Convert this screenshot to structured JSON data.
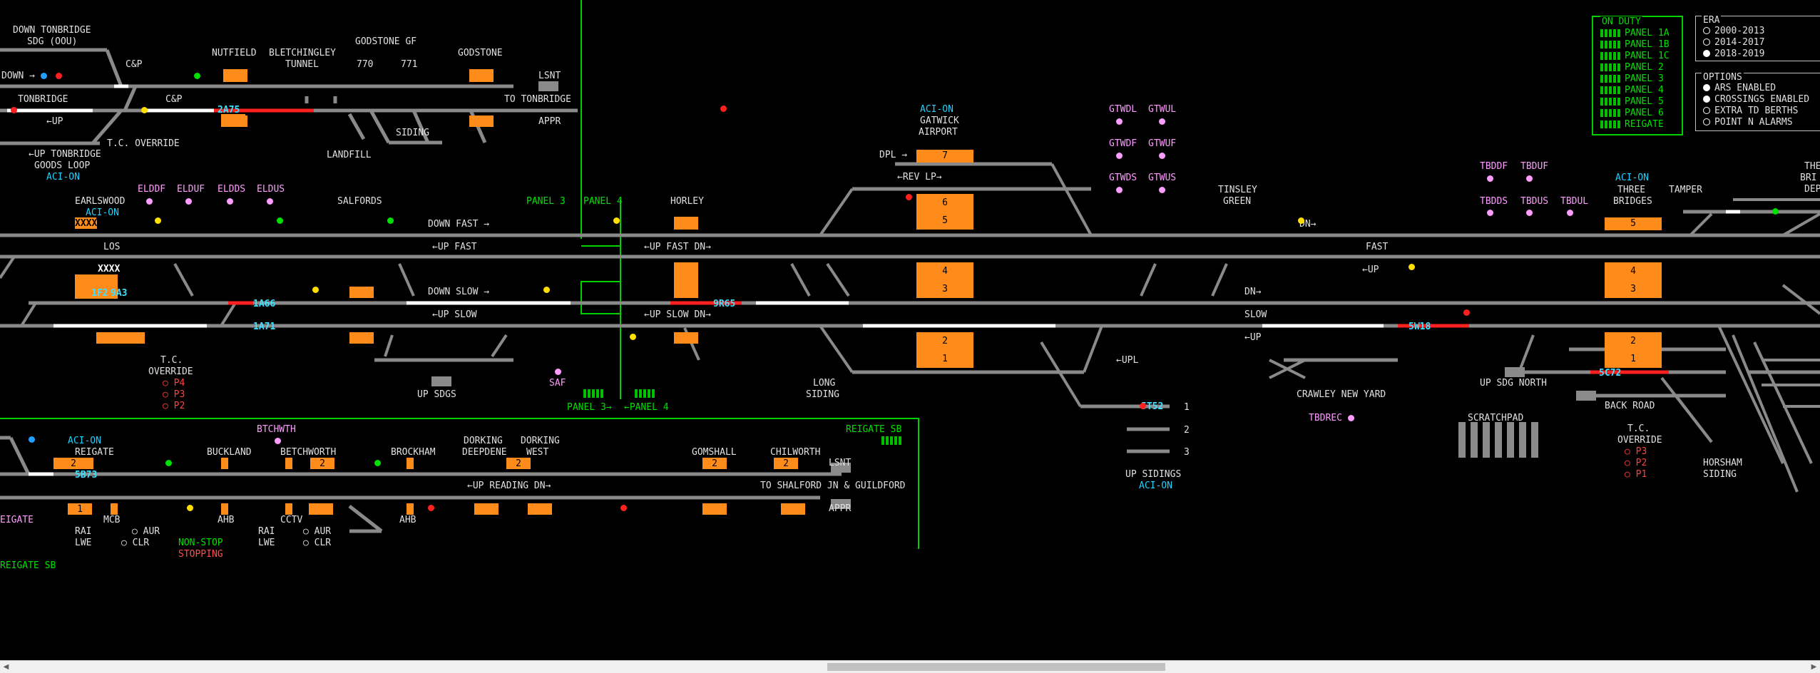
{
  "window": {
    "title": "Signalling Simulation - Reigate / Three Bridges"
  },
  "colors": {
    "track": "#8a8a8a",
    "track_occupied": "#ff2020",
    "track_set": "#ffffff",
    "berth": "#ff8c1a",
    "panel_green": "#00d000"
  },
  "on_duty": {
    "title": "ON DUTY",
    "panels": [
      "PANEL 1A",
      "PANEL 1B",
      "PANEL 1C",
      "PANEL 2",
      "PANEL 3",
      "PANEL 4",
      "PANEL 5",
      "PANEL 6",
      "REIGATE"
    ]
  },
  "era": {
    "title": "ERA",
    "options": [
      {
        "label": "2000-2013",
        "selected": false
      },
      {
        "label": "2014-2017",
        "selected": false
      },
      {
        "label": "2018-2019",
        "selected": true
      }
    ]
  },
  "options": {
    "title": "OPTIONS",
    "items": [
      {
        "label": "ARS ENABLED",
        "selected": true
      },
      {
        "label": "CROSSINGS ENABLED",
        "selected": true
      },
      {
        "label": "EXTRA TD BERTHS",
        "selected": false
      },
      {
        "label": "POINT N ALARMS",
        "selected": false
      }
    ]
  },
  "labels": {
    "down_tonbridge_sdg": "DOWN TONBRIDGE",
    "sdg_oou": "SDG (OOU)",
    "cp1": "C&P",
    "cp2": "C&P",
    "down_arrow": "DOWN →",
    "tonbridge": "TONBRIDGE",
    "up_arrow": "←UP",
    "tc_override_top": "T.C. OVERRIDE",
    "up_tonbridge": "←UP TONBRIDGE",
    "goods_loop": "GOODS LOOP",
    "aci_on_1": "ACI-ON",
    "nutfield": "NUTFIELD",
    "bletchingley": "BLETCHINGLEY",
    "tunnel": "TUNNEL",
    "godstone_gf": "GODSTONE GF",
    "gf_770": "770",
    "gf_771": "771",
    "godstone": "GODSTONE",
    "lsnt1": "LSNT",
    "to_tonbridge": "TO TONBRIDGE",
    "appr1": "APPR",
    "siding": "SIDING",
    "landfill": "LANDFILL",
    "panel3_top": "PANEL 3",
    "panel4_top": "PANEL 4",
    "horley": "HORLEY",
    "earlswood": "EARLSWOOD",
    "aci_on_2": "ACI-ON",
    "elddf": "ELDDF",
    "elduf": "ELDUF",
    "eldds": "ELDDS",
    "eldus": "ELDUS",
    "salfords": "SALFORDS",
    "down_fast": "DOWN FAST →",
    "up_fast": "←UP FAST",
    "up_fast_dn": "←UP FAST DN→",
    "los": "LOS",
    "down_slow": "DOWN SLOW →",
    "up_slow": "←UP SLOW",
    "up_slow_dn": "←UP SLOW DN→",
    "tc_override_mid": "T.C.",
    "override_mid": "OVERRIDE",
    "p4": "P4",
    "p3": "P3",
    "p2": "P2",
    "up_sdgs": "UP SDGS",
    "saf": "SAF",
    "panel3_bot": "PANEL 3→",
    "panel4_bot": "←PANEL 4",
    "aci_on_gatwick": "ACI-ON",
    "gatwick": "GATWICK",
    "airport": "AIRPORT",
    "dpl": "DPL →",
    "rev_lp": "←REV LP→",
    "long_siding1": "LONG",
    "long_siding2": "SIDING",
    "upl": "←UPL",
    "up_sidings": "UP SIDINGS",
    "aci_on_3": "ACI-ON",
    "gtwdl": "GTWDL",
    "gtwul": "GTWUL",
    "gtwdf": "GTWDF",
    "gtwuf": "GTWUF",
    "gtwds": "GTWDS",
    "gtwus": "GTWUS",
    "tinsley": "TINSLEY",
    "green": "GREEN",
    "dn1": "DN→",
    "fast": "FAST",
    "up1": "←UP",
    "dn2": "DN→",
    "slow": "SLOW",
    "up2": "←UP",
    "crawley_new_yard": "CRAWLEY NEW YARD",
    "tbdrec": "TBDREC",
    "scratchpad": "SCRATCHPAD",
    "tbddf": "TBDDF",
    "tbduf": "TBDUF",
    "tbdds": "TBDDS",
    "tbdus": "TBDUS",
    "tbdul": "TBDUL",
    "aci_on_4": "ACI-ON",
    "three": "THREE",
    "bridges": "BRIDGES",
    "tamper": "TAMPER",
    "the": "THE",
    "bri": "BRI",
    "dep": "DEP",
    "up_sdg_north": "UP SDG NORTH",
    "back_road": "BACK ROAD",
    "tc_override_r1": "T.C.",
    "tc_override_r2": "OVERRIDE",
    "rp3": "P3",
    "rp2": "P2",
    "rp1": "P1",
    "horsham": "HORSHAM",
    "horsham_siding": "SIDING",
    "reigate_sb_top": "REIGATE SB",
    "btchwth": "BTCHWTH",
    "aci_on_5": "ACI-ON",
    "reigate": "REIGATE",
    "buckland": "BUCKLAND",
    "betchworth": "BETCHWORTH",
    "brockham": "BROCKHAM",
    "dorking": "DORKING",
    "deepdene": "DEEPDENE",
    "dorking2": "DORKING",
    "west": "WEST",
    "gomshall": "GOMSHALL",
    "chilworth": "CHILWORTH",
    "lsnt2": "LSNT",
    "appr2": "APPR",
    "to_shalford": "TO SHALFORD JN & GUILDFORD",
    "up_reading_dn": "←UP READING DN→",
    "mcb": "MCB",
    "ahb1": "AHB",
    "cctv": "CCTV",
    "ahb2": "AHB",
    "eigate": "EIGATE",
    "rai1": "RAI",
    "lwe1": "LWE",
    "aur1": "AUR",
    "clr1": "CLR",
    "non_stop": "NON-STOP",
    "stopping": "STOPPING",
    "rai2": "RAI",
    "lwe2": "LWE",
    "aur2": "AUR",
    "clr2": "CLR",
    "reigate_sb_bot": "REIGATE SB",
    "sig1": "1",
    "sig2": "2",
    "sig3": "3"
  },
  "headcodes": {
    "h1": "2A75",
    "h2": "XXXX",
    "h3": "XXXX",
    "h4": "1A66",
    "h5": "1A71",
    "h6": "9R65",
    "h7": "5T52",
    "h8": "5W18",
    "h9": "5C72",
    "h10": "5B73",
    "h11": "1F2",
    "h12": "9A3"
  },
  "berth_numbers": {
    "b7": "7",
    "b6": "6",
    "b5": "5",
    "b4": "4",
    "b3": "3",
    "b2": "2",
    "b1": "1",
    "tb5": "5",
    "tb4": "4",
    "tb3": "3",
    "tb2": "2",
    "tb1": "1",
    "r2a": "2",
    "r2b": "2",
    "r2c": "2",
    "r2d": "2",
    "r2e": "2",
    "r1": "1"
  },
  "scrollbar": {
    "left": "◀",
    "right": "▶"
  }
}
